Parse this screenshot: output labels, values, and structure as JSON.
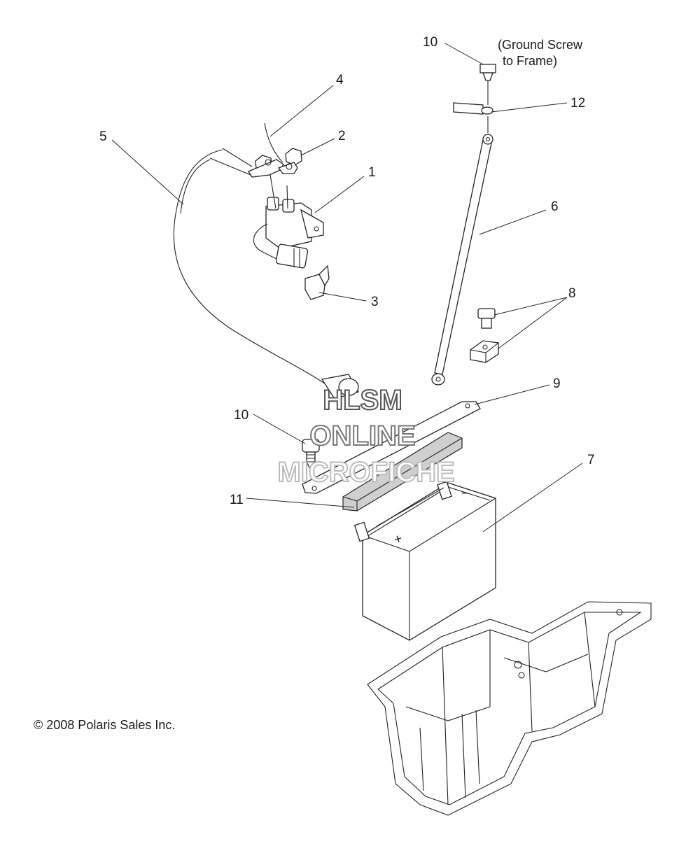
{
  "callouts": {
    "c1": "1",
    "c2": "2",
    "c3": "3",
    "c4": "4",
    "c5": "5",
    "c6": "6",
    "c7": "7",
    "c8": "8",
    "c9": "9",
    "c10a": "10",
    "c10b": "10",
    "c11": "11",
    "c12": "12"
  },
  "note": {
    "line1": "(Ground Screw",
    "line2": "to Frame)"
  },
  "battery": {
    "plus": "+",
    "minus": "−"
  },
  "watermark": {
    "line1": "HLSM",
    "line2": "ONLINE",
    "line3": "MICROFICHE"
  },
  "copyright": "© 2008 Polaris Sales Inc."
}
